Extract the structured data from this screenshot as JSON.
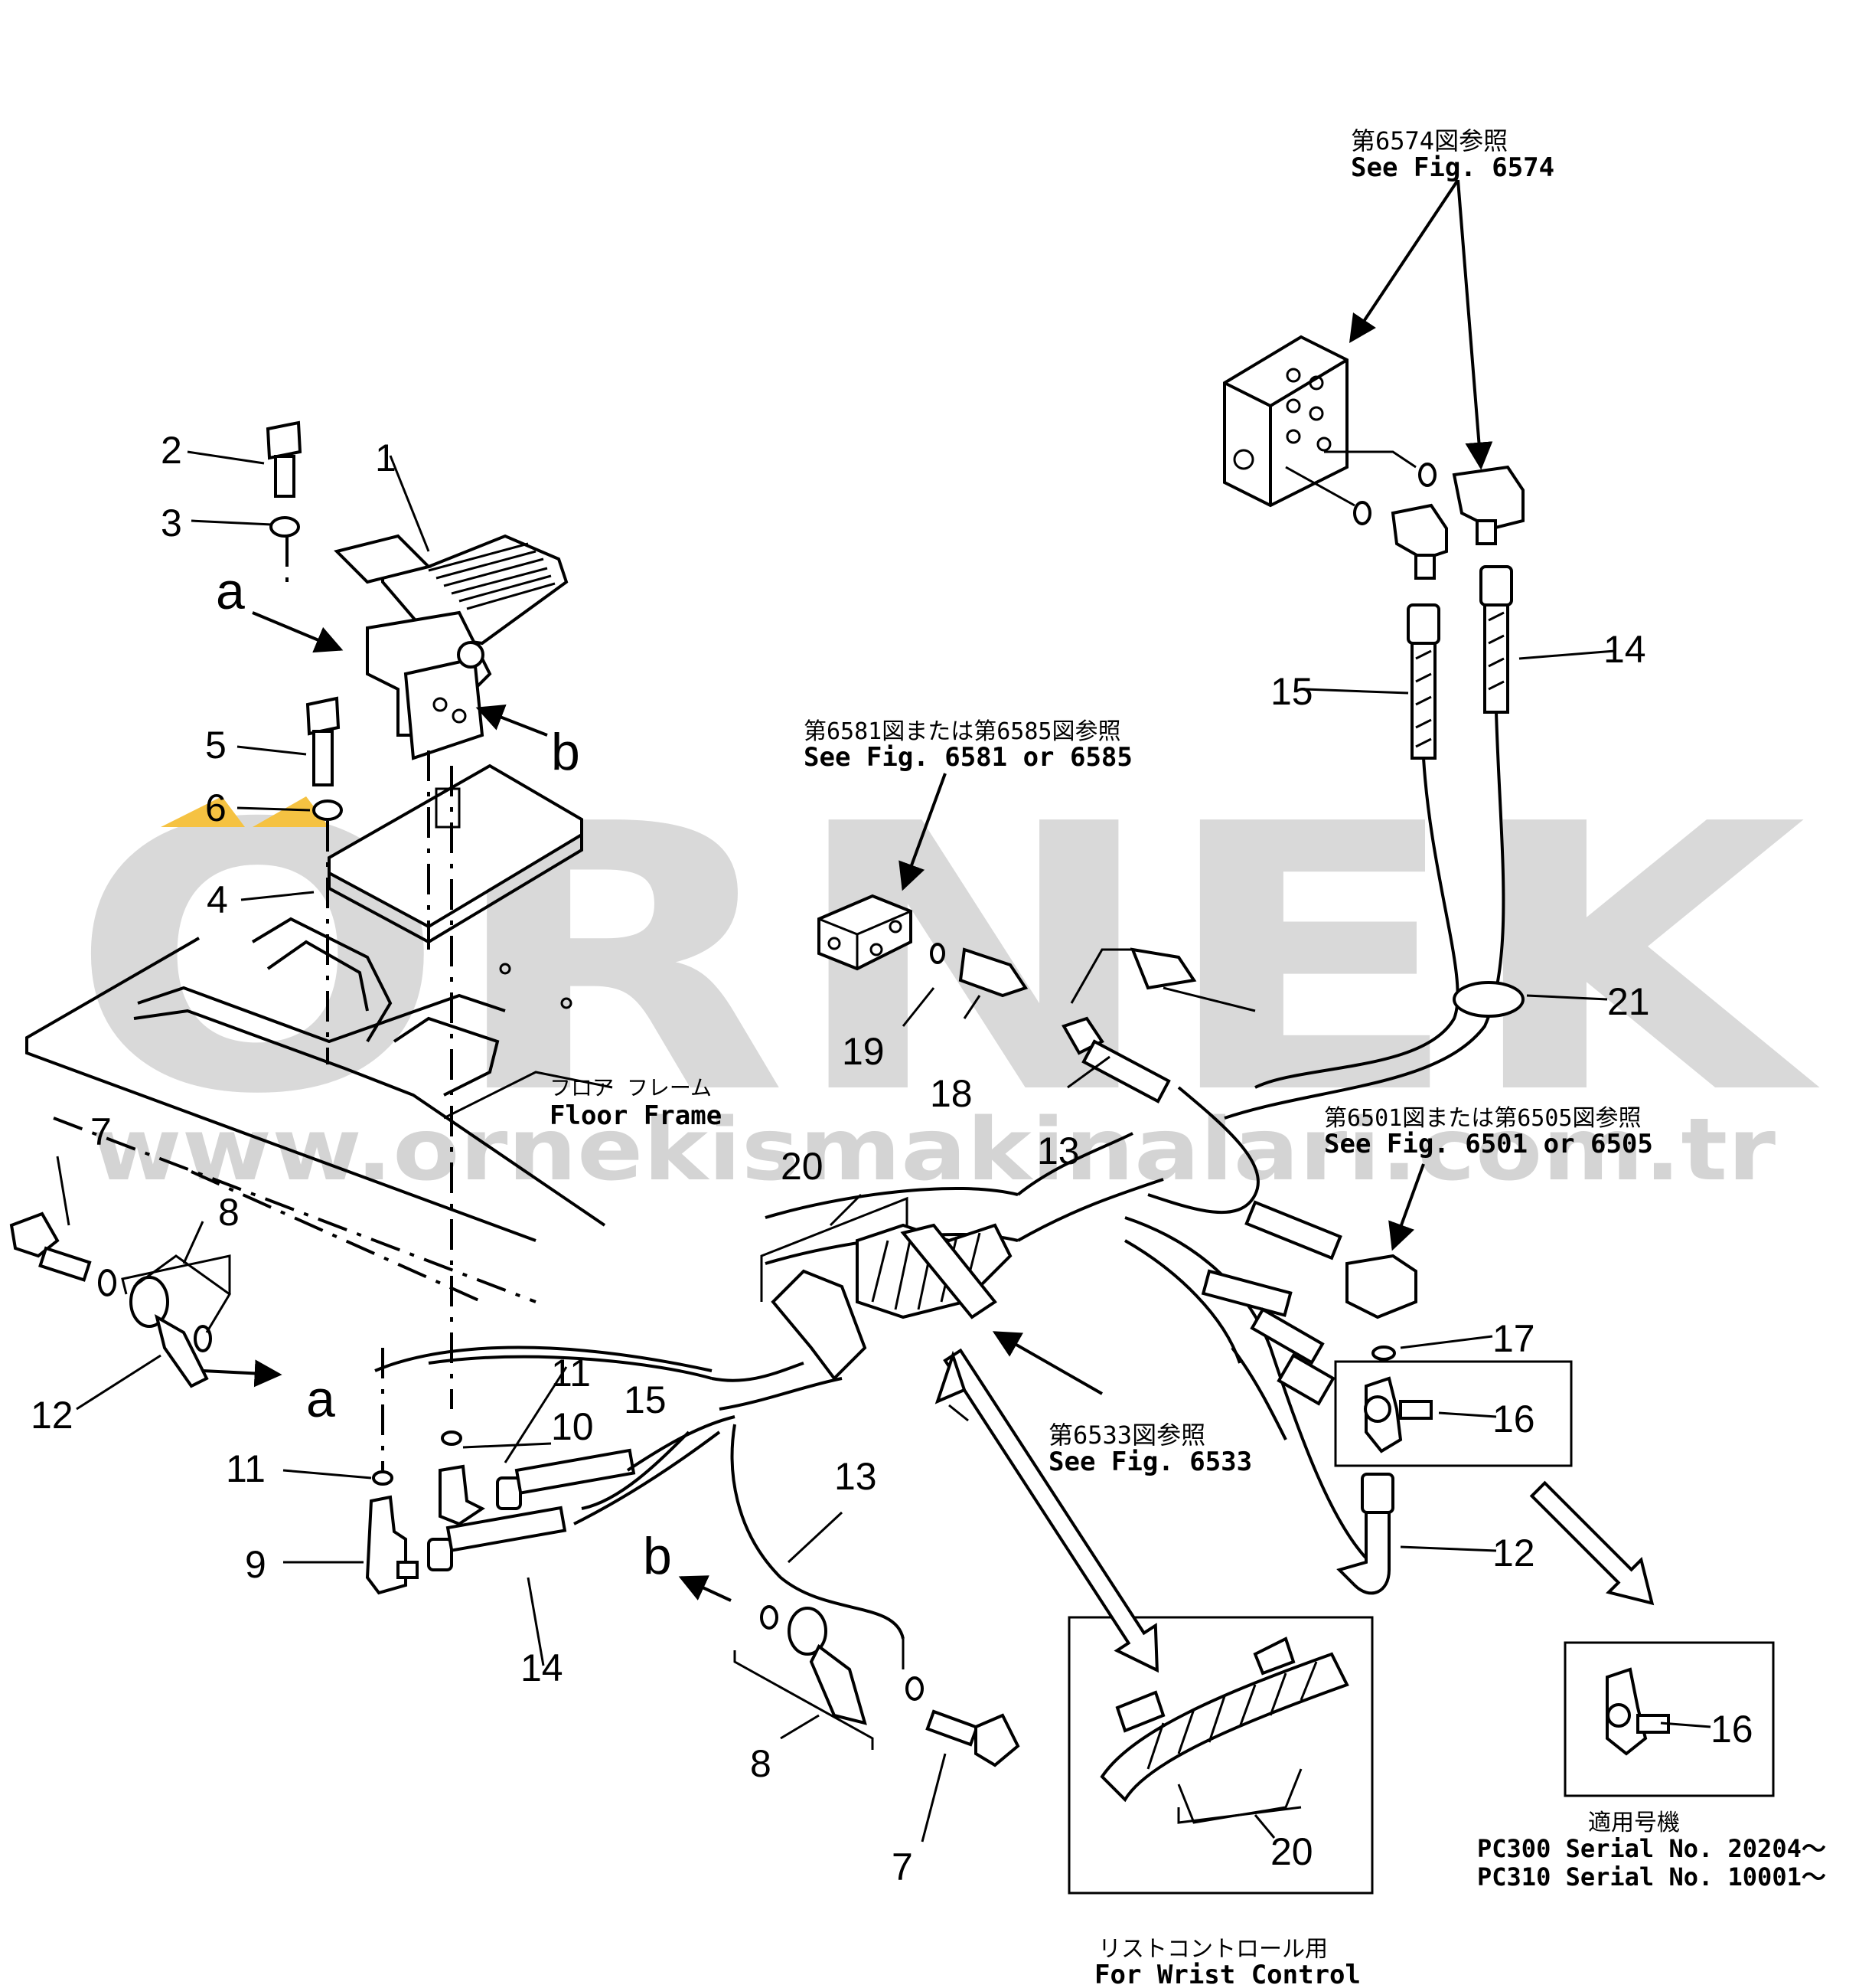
{
  "watermark": {
    "brand": "ORNEK",
    "url": "www.ornekismakinalari.com.tr",
    "accent_color": "#f5c242"
  },
  "parts": {
    "p1": "1",
    "p2": "2",
    "p3": "3",
    "p4": "4",
    "p5": "5",
    "p6": "6",
    "p7a": "7",
    "p7b": "7",
    "p8a": "8",
    "p8b": "8",
    "p9": "9",
    "p10": "10",
    "p11a": "11",
    "p11b": "11",
    "p12a": "12",
    "p12b": "12",
    "p13a": "13",
    "p13b": "13",
    "p14a": "14",
    "p14b": "14",
    "p15a": "15",
    "p15b": "15",
    "p16a": "16",
    "p16b": "16",
    "p17": "17",
    "p18": "18",
    "p19": "19",
    "p20a": "20",
    "p20b": "20",
    "p21": "21"
  },
  "letters": {
    "a1": "a",
    "a2": "a",
    "b1": "b",
    "b2": "b"
  },
  "refs": {
    "fig6574_jp": "第6574図参照",
    "fig6574_en": "See Fig. 6574",
    "fig6581_jp": "第6581図または第6585図参照",
    "fig6581_en": "See Fig. 6581 or 6585",
    "fig6501_jp": "第6501図または第6505図参照",
    "fig6501_en": "See Fig. 6501 or 6505",
    "fig6533_jp": "第6533図参照",
    "fig6533_en": "See Fig. 6533"
  },
  "floor_frame": {
    "jp": "フロア フレーム",
    "en": "Floor Frame"
  },
  "wrist_control": {
    "jp": "リストコントロール用",
    "en": "For Wrist Control"
  },
  "serial": {
    "title": "適用号機",
    "line1": "PC300  Serial  No.  20204～",
    "line2": "PC310  Serial  No.  10001～"
  }
}
